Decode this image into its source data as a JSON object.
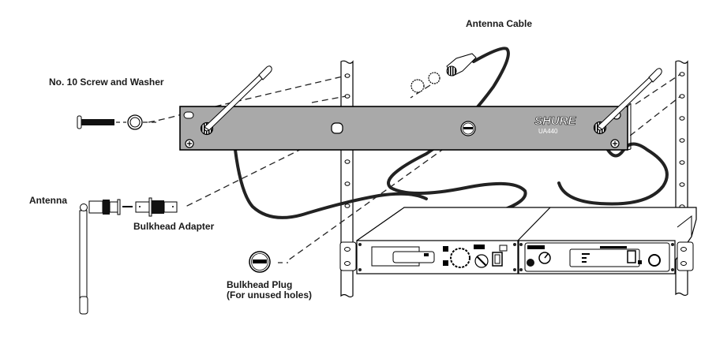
{
  "diagram": {
    "title": "UA440 Antenna Distribution Rack Mounting",
    "colors": {
      "panel": "#a9a9a9",
      "line": "#000000",
      "cable": "#2a2a2a",
      "background": "#ffffff",
      "logo_text": "#ffffff"
    },
    "labels": {
      "antenna_cable": "Antenna Cable",
      "screw_and_washer": "No. 10 Screw and Washer",
      "antenna": "Antenna",
      "bulkhead_adapter": "Bulkhead Adapter",
      "bulkhead_plug_line1": "Bulkhead Plug",
      "bulkhead_plug_line2": "(For unused holes)"
    },
    "panel": {
      "brand": "SHURE",
      "model": "UA440"
    },
    "components": [
      {
        "name": "rack-rail-left",
        "icon": "rack-rail"
      },
      {
        "name": "rack-rail-right",
        "icon": "rack-rail"
      },
      {
        "name": "ua440-front-panel",
        "icon": "rack-panel"
      },
      {
        "name": "antenna-left",
        "icon": "whip-antenna"
      },
      {
        "name": "antenna-right",
        "icon": "whip-antenna"
      },
      {
        "name": "screw",
        "icon": "screw"
      },
      {
        "name": "washer",
        "icon": "washer"
      },
      {
        "name": "bnc-antenna",
        "icon": "bnc-connector"
      },
      {
        "name": "bulkhead-adapter",
        "icon": "bulkhead-adapter"
      },
      {
        "name": "bulkhead-plug",
        "icon": "plug"
      },
      {
        "name": "antenna-cable",
        "icon": "coax-cable"
      },
      {
        "name": "receiver-left",
        "icon": "receiver-unit"
      },
      {
        "name": "receiver-right",
        "icon": "receiver-unit"
      }
    ]
  }
}
